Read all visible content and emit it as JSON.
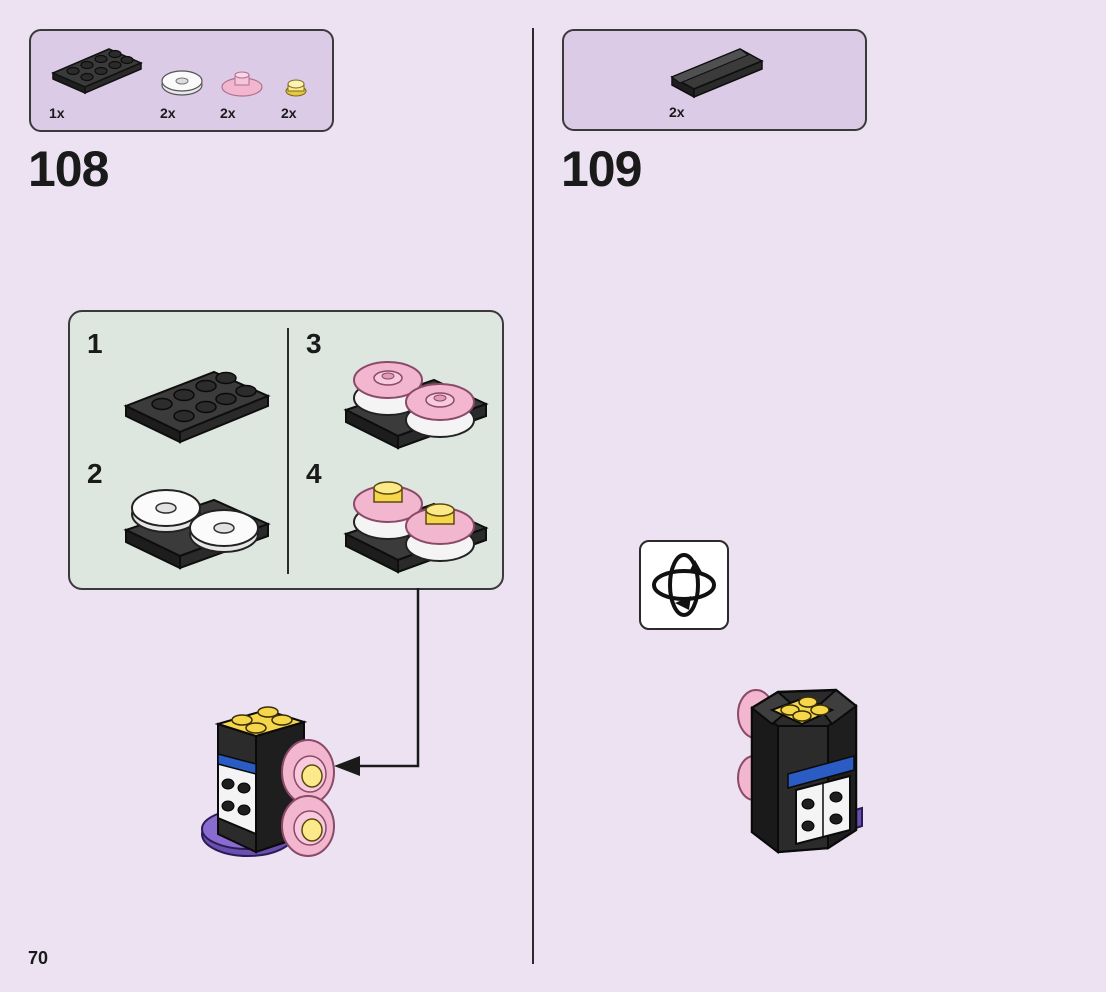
{
  "page": {
    "number": "70"
  },
  "steps": [
    {
      "number": "108",
      "parts": [
        {
          "qty": "1x",
          "part": "black-plate-2x4-icon"
        },
        {
          "qty": "2x",
          "part": "white-round-tile-icon"
        },
        {
          "qty": "2x",
          "part": "pink-transparent-dish-icon"
        },
        {
          "qty": "2x",
          "part": "yellow-round-stud-icon"
        }
      ],
      "substeps": [
        "1",
        "2",
        "3",
        "4"
      ]
    },
    {
      "number": "109",
      "parts": [
        {
          "qty": "2x",
          "part": "black-slope-icon"
        }
      ],
      "rotate_icon": "rotate-model-icon"
    }
  ],
  "colors": {
    "page_bg": "#ece2f2",
    "parts_box_bg": "#dccbe6",
    "subassembly_bg": "#dde6df",
    "brick_black": "#2b2b2b",
    "brick_white": "#f7f7f7",
    "trans_pink": "#f2b6cf",
    "bright_yellow": "#f6d64a",
    "light_yellow": "#fbe98a",
    "purple_base": "#6b4fb0",
    "stripe_blue": "#2a5cc4"
  }
}
